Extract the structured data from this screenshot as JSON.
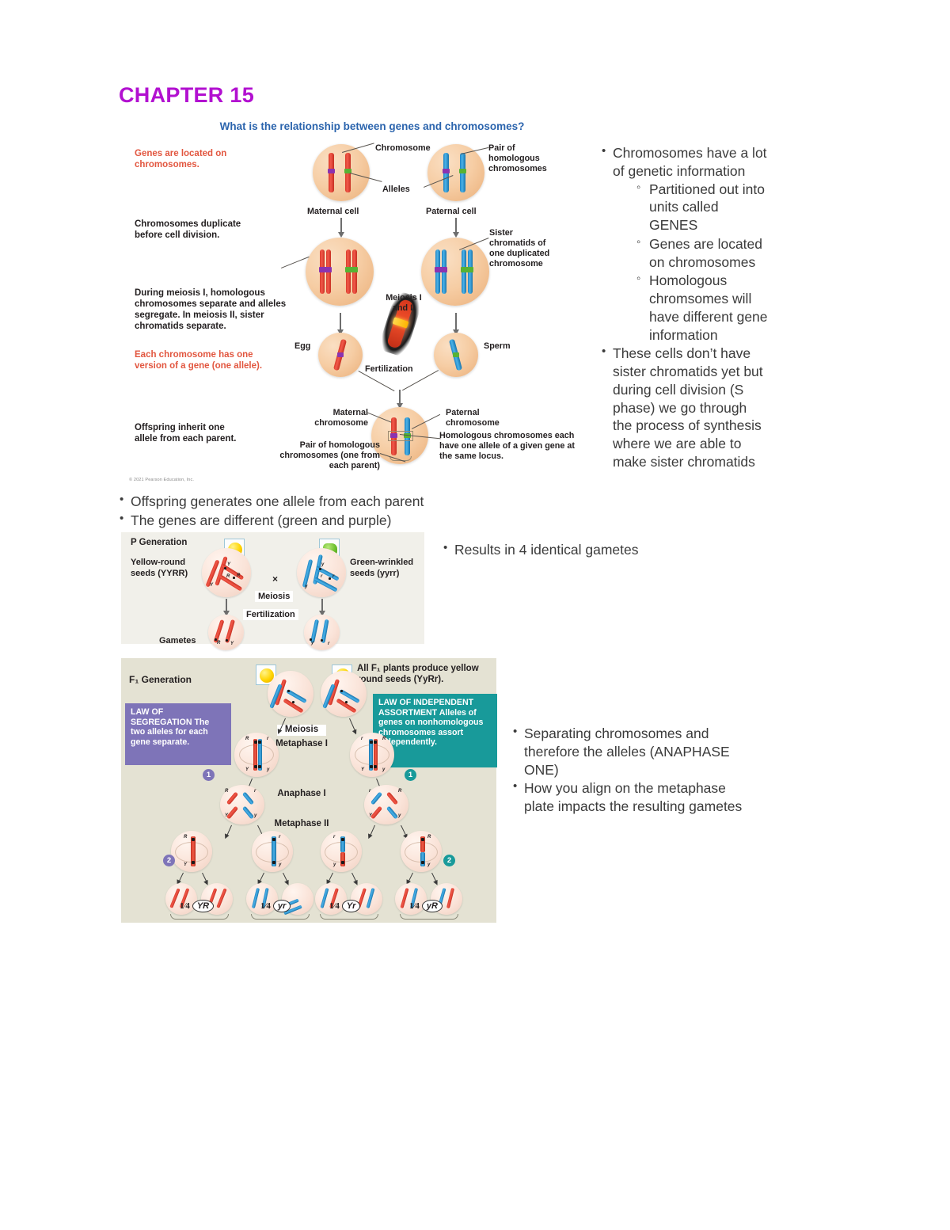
{
  "page": {
    "chapter_title": "CHAPTER 15"
  },
  "main_figure": {
    "question": "What is the relationship between genes and chromosomes?",
    "captions": {
      "genes_located": "Genes are located on chromosomes.",
      "duplicate": "Chromosomes duplicate before cell division.",
      "meiosis": "During meiosis I, homologous chromosomes separate and alleles segregate. In meiosis II, sister chromatids separate.",
      "each_chromosome": "Each chromosome has one version of a gene (one allele).",
      "offspring_inherit": "Offspring inherit one allele from each parent."
    },
    "labels": {
      "chromosome": "Chromosome",
      "pair_homologous": "Pair of homologous chromosomes",
      "alleles": "Alleles",
      "maternal_cell": "Maternal cell",
      "paternal_cell": "Paternal cell",
      "sister_chromatids": "Sister chromatids of one duplicated chromosome",
      "meiosis_i_and_ii": "Meiosis I and II",
      "egg": "Egg",
      "sperm": "Sperm",
      "fertilization": "Fertilization",
      "maternal_chromosome": "Maternal chromosome",
      "paternal_chromosome": "Paternal chromosome",
      "pair_homologous_bottom": "Pair of homologous chromosomes (one from each parent)",
      "homologous_same_locus": "Homologous chromosomes each have one allele of a given gene at the same locus."
    },
    "copyright": "© 2021 Pearson Education, Inc."
  },
  "notes_right_top": {
    "bullets": [
      {
        "text": "Chromosomes have a lot of genetic information",
        "sub": [
          "Partitioned out into units called GENES",
          "Genes are located on chromosomes",
          "Homologous chromsomes will have different gene information"
        ]
      },
      {
        "text": "These cells don’t have sister chromatids yet but during cell division (S phase) we go through the process of synthesis where we are able to make sister chromatids",
        "sub": []
      }
    ]
  },
  "notes_middle": {
    "bullets": [
      "Offspring generates one allele from each parent",
      "The genes are different (green and purple)"
    ]
  },
  "notes_p_gen": {
    "bullets": [
      "Results in 4 identical gametes"
    ]
  },
  "notes_f1": {
    "bullets": [
      "Separating chromosomes and therefore the alleles (ANAPHASE ONE)",
      "How you align on the metaphase plate impacts the resulting gametes"
    ]
  },
  "p_generation": {
    "title": "P Generation",
    "parent_left": "Yellow-round seeds (YYRR)",
    "parent_right": "Green-wrinkled seeds (yyrr)",
    "cross_symbol": "×",
    "meiosis": "Meiosis",
    "fertilization": "Fertilization",
    "gametes": "Gametes",
    "allele_ticks_left": [
      "Y",
      "R",
      "R",
      "Y"
    ],
    "allele_ticks_right": [
      "y",
      "r",
      "r",
      "y"
    ],
    "gamete_ticks_left": [
      "R",
      "Y"
    ],
    "gamete_ticks_right": [
      "y",
      "r"
    ]
  },
  "f1_generation": {
    "title": "F₁ Generation",
    "caption": "All F₁ plants produce yellow round seeds (YyRr).",
    "law_segregation": "LAW OF SEGREGATION The two alleles for each gene separate.",
    "law_independent_assortment": "LAW OF INDEPENDENT ASSORTMENT Alleles of genes on nonhomologous chromosomes assort independently.",
    "stages": {
      "meiosis": "Meiosis",
      "metaphase_i": "Metaphase I",
      "anaphase_i": "Anaphase I",
      "metaphase_ii": "Metaphase II"
    },
    "step_markers": [
      "1",
      "1",
      "2",
      "2"
    ],
    "gametes": [
      {
        "fraction": "1⁄4",
        "genotype": "YR"
      },
      {
        "fraction": "1⁄4",
        "genotype": "yr"
      },
      {
        "fraction": "1⁄4",
        "genotype": "Yr"
      },
      {
        "fraction": "1⁄4",
        "genotype": "yR"
      }
    ],
    "metaphase_i_alleles_left": [
      "R",
      "r",
      "Y",
      "y"
    ],
    "metaphase_i_alleles_right": [
      "r",
      "R",
      "Y",
      "y"
    ],
    "metaphase_ii_alleles": [
      [
        "R",
        "Y"
      ],
      [
        "r",
        "y"
      ],
      [
        "r",
        "y"
      ],
      [
        "R",
        "y"
      ]
    ]
  },
  "colors": {
    "title_purple": "#b210d0",
    "question_blue": "#2b64ad",
    "caption_red": "#e2563f",
    "law_segregation_bg": "#7e74b8",
    "law_assortment_bg": "#189a9a",
    "p_panel_bg": "#f1f0ea",
    "f1_panel_bg": "#e4e2d3",
    "chromosome_red": "#e04a34",
    "chromosome_blue": "#3aa3dd",
    "allele_purple": "#8b33b0",
    "allele_green": "#57b234"
  }
}
